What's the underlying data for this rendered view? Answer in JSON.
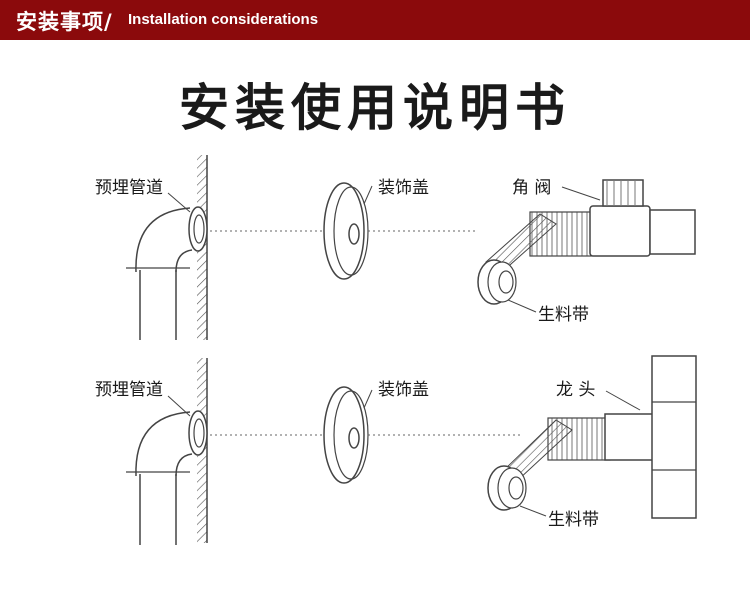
{
  "header": {
    "title_cn": "安装事项/",
    "title_en": "Installation  considerations"
  },
  "main_title": "安装使用说明书",
  "diagram_top": {
    "pipe_label": "预埋管道",
    "cover_label": "装饰盖",
    "valve_label": "角 阀",
    "tape_label": "生料带"
  },
  "diagram_bottom": {
    "pipe_label": "预埋管道",
    "cover_label": "装饰盖",
    "faucet_label": "龙 头",
    "tape_label": "生料带"
  },
  "colors": {
    "header_bg": "#8b0a0c",
    "line": "#444444"
  }
}
